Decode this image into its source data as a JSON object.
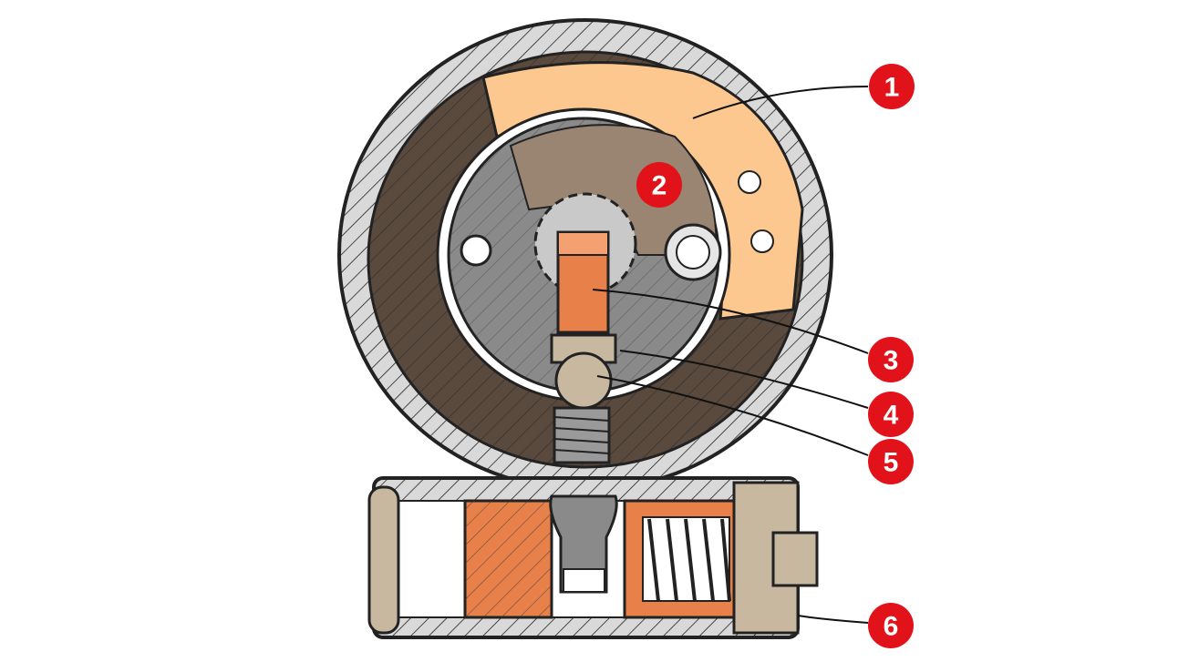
{
  "diagram": {
    "callouts": [
      {
        "label": "1"
      },
      {
        "label": "2"
      },
      {
        "label": "3"
      },
      {
        "label": "4"
      },
      {
        "label": "5"
      },
      {
        "label": "6"
      }
    ]
  },
  "colors": {
    "callout": "#e2121b",
    "housing": "#d9d9d9",
    "dark_brown": "#5a4a3e",
    "mid_brown": "#9a8472",
    "peach": "#fcc890",
    "orange": "#e8804a",
    "gray": "#8a8a8a",
    "tan": "#c8b8a0"
  }
}
